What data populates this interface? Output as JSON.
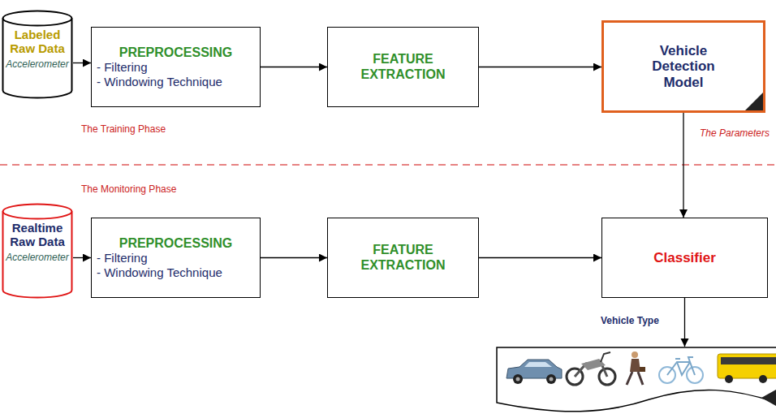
{
  "diagram": {
    "nodes": [
      {
        "text": [
          "Labeled Raw Data",
          "Accelerometer"
        ]
      },
      {
        "text": [
          "PREPROCESSING",
          "- Filtering",
          "- Windowing Technique"
        ]
      },
      {
        "text": [
          "FEATURE EXTRACTION"
        ]
      },
      {
        "text": [
          "Vehicle Detection Model"
        ]
      },
      {
        "text": [
          "Realtime Raw Data",
          "Accelerometer"
        ]
      },
      {
        "text": [
          "PREPROCESSING",
          "- Filtering",
          "- Windowing Technique"
        ]
      },
      {
        "text": [
          "FEATURE EXTRACTION"
        ]
      },
      {
        "text": [
          "Classifier"
        ]
      }
    ],
    "edges": [
      {
        "from": 0,
        "to": 1,
        "arrow": "to"
      },
      {
        "from": 1,
        "to": 2,
        "arrow": "to"
      },
      {
        "from": 2,
        "to": 3,
        "arrow": "to"
      },
      {
        "from": 3,
        "to": 7,
        "label": "The Parameters",
        "arrow": "to"
      },
      {
        "from": 4,
        "to": 5,
        "arrow": "to"
      },
      {
        "from": 5,
        "to": 6,
        "arrow": "to"
      },
      {
        "from": 6,
        "to": 7,
        "arrow": "to"
      }
    ],
    "labels": [
      "The Training Phase",
      "The Monitoring Phase",
      "Vehicle Type"
    ]
  }
}
